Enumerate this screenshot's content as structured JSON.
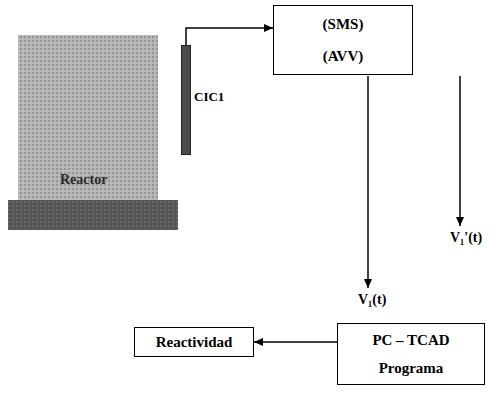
{
  "diagram": {
    "nodes": [
      {
        "text": [
          "CIC1"
        ]
      },
      {
        "text": [
          "(SMS)",
          "(AVV)"
        ]
      },
      {
        "text": [
          "PC – TCAD",
          "Programa"
        ]
      },
      {
        "text": [
          "Reactividad"
        ]
      }
    ],
    "edges": [
      {
        "from": 0,
        "to": 1,
        "arrow": "to"
      },
      {
        "from": 2,
        "to": 3,
        "arrow": "to"
      }
    ],
    "labels": [
      "Reactor",
      "V₁(t)",
      "V₁'(t)"
    ]
  }
}
